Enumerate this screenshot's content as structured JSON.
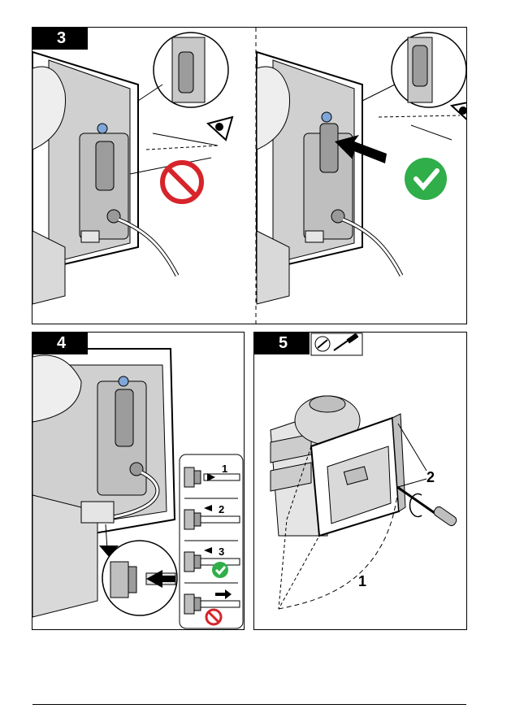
{
  "steps": [
    {
      "number": "3"
    },
    {
      "number": "4",
      "detail_callouts": [
        "1",
        "2",
        "3"
      ]
    },
    {
      "number": "5",
      "callouts": [
        "2",
        "1"
      ]
    }
  ],
  "colors": {
    "accept_green": "#2fae49",
    "reject_red": "#d6242a",
    "indicator_blue": "#7ea6d8",
    "housing_grey": "#bfbfbf",
    "line_black": "#000000"
  },
  "icons": {
    "step3_left_result": "prohibited-icon",
    "step3_right_result": "checkmark-icon",
    "step3_view": "eye-icon",
    "step5_tool": "screwdriver-icon"
  }
}
